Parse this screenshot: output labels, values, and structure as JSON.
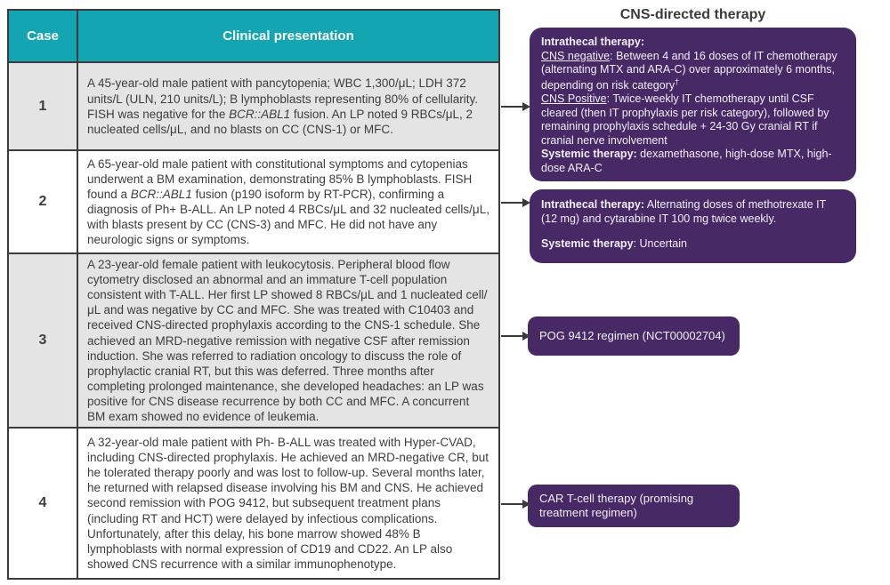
{
  "colors": {
    "header_teal": "#14a5b3",
    "box_purple": "#472966",
    "row_alt_gray": "#e4e4e4",
    "border_dark": "#3c3c3c",
    "table_text": "#3d3d3d",
    "box_text": "#f1edf7"
  },
  "panel_title": "CNS-directed therapy",
  "table": {
    "headers": [
      "Case",
      "Clinical presentation"
    ],
    "rows": [
      {
        "case": "1",
        "presentation": [
          [
            {
              "text": "A 45-year-old male patient with pancytopenia; WBC 1,300/μL; LDH 372 units/L (ULN, 210 units/L); B lymphoblasts representing 80% of cellularity. FISH was negative for the "
            },
            {
              "text": "BCR::ABL1",
              "italic": true
            },
            {
              "text": " fusion. An LP noted 9 RBCs/μL, 2 nucleated cells/μL, and no blasts on CC (CNS-1) or MFC."
            }
          ]
        ]
      },
      {
        "case": "2",
        "presentation": [
          [
            {
              "text": "A 65-year-old male patient with constitutional symptoms and cytopenias underwent a BM examination, demonstrating 85% B lymphoblasts. FISH found a "
            },
            {
              "text": "BCR::ABL1",
              "italic": true
            },
            {
              "text": " fusion (p190 isoform by RT-PCR), confirming a diagnosis of Ph+ B-ALL. An LP noted 4 RBCs/μL and 32 nucleated cells/μL, with blasts present by CC (CNS-3) and MFC. He did not have any neurologic signs or symptoms."
            }
          ]
        ]
      },
      {
        "case": "3",
        "presentation": [
          [
            {
              "text": "A 23-year-old female patient with leukocytosis. Peripheral blood flow cytometry disclosed an abnormal and an immature T-cell population consistent with T-ALL. Her first LP showed 8 RBCs/μL and 1 nucleated cell/μL and was negative by CC and MFC. She was treated with C10403 and received CNS-directed prophylaxis according to the CNS-1 schedule. She achieved an MRD-negative remission with negative CSF after remission induction. She was referred to radiation oncology to discuss the role of prophylactic cranial RT, but this was deferred. Three months after completing prolonged maintenance, she developed headaches: an LP was positive for CNS disease recurrence by both CC and MFC. A concurrent BM exam showed no evidence of leukemia."
            }
          ]
        ]
      },
      {
        "case": "4",
        "presentation": [
          [
            {
              "text": "A 32-year-old male patient with Ph- B-ALL was treated with Hyper-CVAD, including CNS-directed prophylaxis. He achieved an MRD-negative CR, but he tolerated therapy poorly and was lost to follow-up. Several months later, he returned with relapsed disease involving his BM and CNS. He achieved second remission with POG 9412, but subsequent treatment plans (including RT and HCT) were delayed by infectious complications. Unfortunately, after this delay, his bone marrow showed 48% B lymphoblasts with normal expression of CD19 and CD22. An LP also showed CNS recurrence with a similar immunophenotype."
            }
          ]
        ]
      }
    ]
  },
  "therapy_boxes": [
    {
      "for_case": "1",
      "lines": [
        [
          {
            "text": "Intrathecal therapy:",
            "bold": true
          }
        ],
        [
          {
            "text": "CNS negative",
            "underline": true
          },
          {
            "text": ": Between 4 and 16 doses of IT chemotherapy (alternating MTX and ARA-C) over approximately 6 months, depending on risk category"
          },
          {
            "text": "†",
            "sup": true
          }
        ],
        [
          {
            "text": "CNS Positive",
            "underline": true
          },
          {
            "text": ": Twice-weekly IT chemotherapy until CSF cleared (then IT prophylaxis per risk category), followed by remaining prophylaxis schedule + 24-30 Gy cranial RT if cranial nerve involvement"
          }
        ],
        [
          {
            "text": "Systemic therapy:",
            "bold": true
          },
          {
            "text": " dexamethasone, high-dose MTX, high-dose ARA-C"
          }
        ]
      ]
    },
    {
      "for_case": "2",
      "lines": [
        [
          {
            "text": "Intrathecal therapy:",
            "bold": true
          },
          {
            "text": " Alternating doses of methotrexate IT (12 mg) and cytarabine IT 100 mg twice weekly."
          }
        ],
        [
          {
            "text": " "
          }
        ],
        [
          {
            "text": "Systemic therapy",
            "bold": true
          },
          {
            "text": ": Uncertain"
          }
        ]
      ]
    },
    {
      "for_case": "3",
      "lines": [
        [
          {
            "text": "POG 9412 regimen (NCT00002704)"
          }
        ]
      ]
    },
    {
      "for_case": "4",
      "lines": [
        [
          {
            "text": "CAR T-cell therapy (promising treatment regimen)"
          }
        ]
      ]
    }
  ]
}
